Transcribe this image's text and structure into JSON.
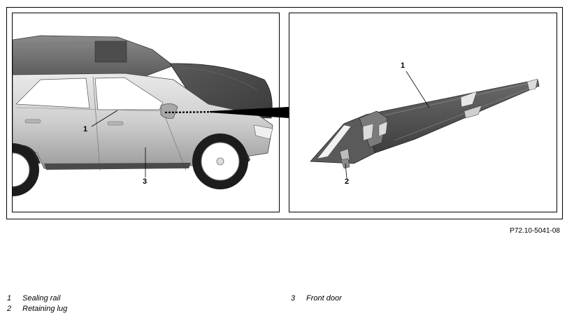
{
  "figure": {
    "id": "P72.10-5041-08",
    "callouts": {
      "left_1": "1",
      "left_3": "3",
      "right_1": "1",
      "right_2": "2"
    }
  },
  "legend": [
    {
      "num": "1",
      "text": "Sealing rail"
    },
    {
      "num": "2",
      "text": "Retaining lug"
    },
    {
      "num": "3",
      "text": "Front door"
    }
  ]
}
